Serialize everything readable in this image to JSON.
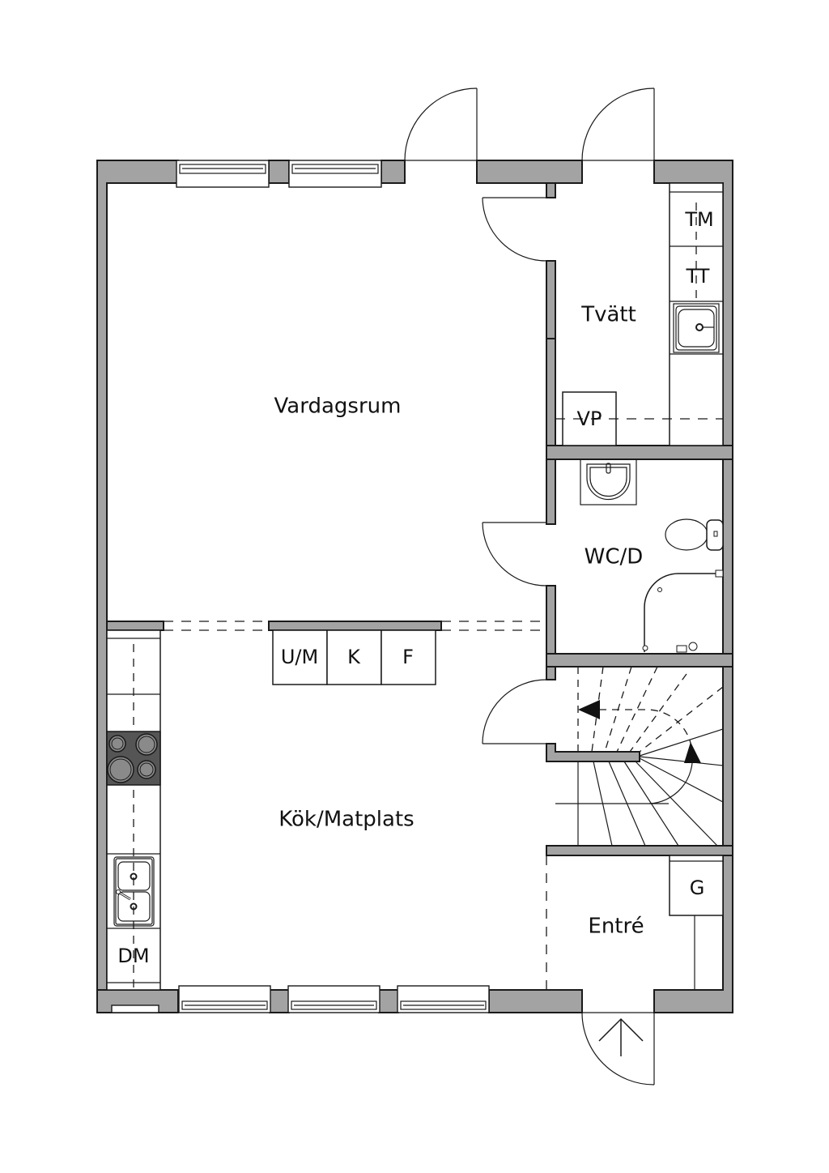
{
  "plan": {
    "colors": {
      "wall": "#a3a3a3",
      "stroke": "#1a1a1a",
      "cooktop": "#555555",
      "burner": "#8a8a8a",
      "background": "#ffffff"
    },
    "rooms": [
      {
        "id": "vardagsrum",
        "label": "Vardagsrum"
      },
      {
        "id": "kok",
        "label": "Kök/Matplats"
      },
      {
        "id": "tvatt",
        "label": "Tvätt"
      },
      {
        "id": "wc",
        "label": "WC/D"
      },
      {
        "id": "entre",
        "label": "Entré"
      }
    ],
    "fixtures": {
      "tm": "TM",
      "tt": "TT",
      "vp": "VP",
      "um": "U/M",
      "k": "K",
      "f": "F",
      "dm": "DM",
      "g": "G"
    },
    "icons": [
      "door-swing",
      "window",
      "stair-direction-arrow",
      "entrance-arrow-icon",
      "cooktop-icon",
      "double-sink-icon",
      "washbasin-icon",
      "toilet-icon",
      "shower-icon",
      "utility-sink-icon"
    ]
  }
}
